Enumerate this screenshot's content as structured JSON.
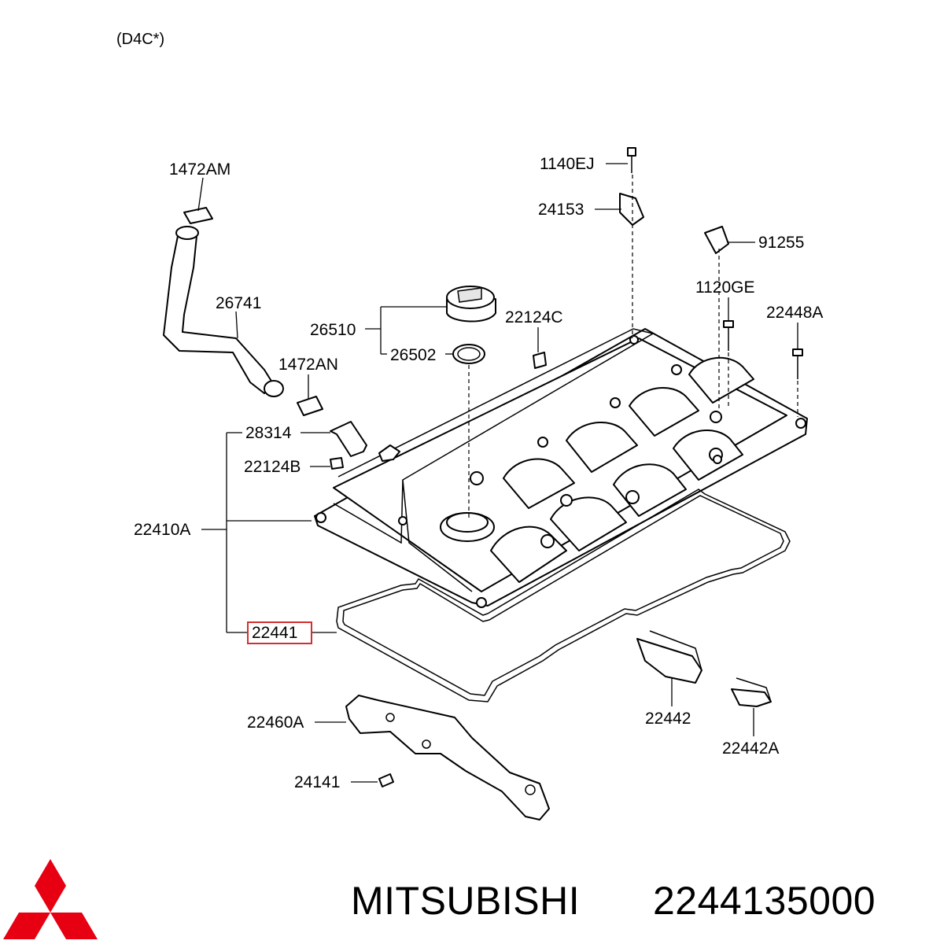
{
  "variant_label": "(D4C*)",
  "part_labels": {
    "p1472AM": "1472AM",
    "p26741": "26741",
    "p1472AN": "1472AN",
    "p26510": "26510",
    "p26502": "26502",
    "p22124C": "22124C",
    "p1140EJ": "1140EJ",
    "p24153": "24153",
    "p91255": "91255",
    "p1120GE": "1120GE",
    "p22448A": "22448A",
    "p28314": "28314",
    "p22124B": "22124B",
    "p22410A": "22410A",
    "p22441": "22441",
    "p22460A": "22460A",
    "p24141": "24141",
    "p22442": "22442",
    "p22442A": "22442A"
  },
  "highlighted_part": "22441",
  "highlight_color": "#d32f2f",
  "logo_color": "#e60012",
  "footer": {
    "brand": "MITSUBISHI",
    "part_number": "2244135000"
  }
}
